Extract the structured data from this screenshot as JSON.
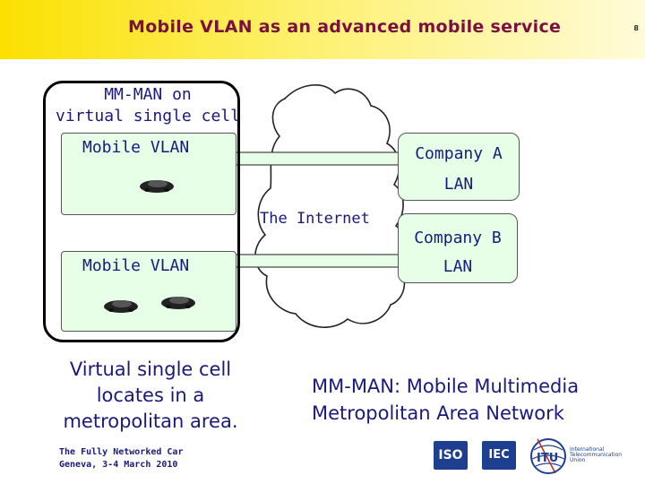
{
  "slide": {
    "title": "Mobile VLAN as an advanced mobile service",
    "page_number": "8"
  },
  "diagram": {
    "mm_man_label_line1": "MM-MAN on",
    "mm_man_label_line2": "virtual single cell",
    "vlan_top_label": "Mobile VLAN",
    "vlan_bottom_label": "Mobile VLAN",
    "internet_label": "The Internet",
    "company_a_line1": "Company A",
    "company_a_line2": "LAN",
    "company_b_line1": "Company B",
    "company_b_line2": "LAN",
    "icons": [
      "car-icon",
      "cloud-icon"
    ]
  },
  "captions": {
    "virtual_line1": "Virtual single cell",
    "virtual_line2": "locates in a",
    "virtual_line3": "metropolitan area.",
    "mm_def_line1": "MM-MAN: Mobile Multimedia",
    "mm_def_line2": "Metropolitan Area Network"
  },
  "footer": {
    "line1": "The Fully Networked Car",
    "line2": "Geneva, 3-4 March 2010"
  },
  "logos": {
    "iso": "ISO",
    "iec": "IEC",
    "itu": "ITU",
    "itu_line1": "International",
    "itu_line2": "Telecommunication",
    "itu_line3": "Union"
  },
  "colors": {
    "header_yellow": "#fbe000",
    "title_color": "#7b0f3f",
    "text_blue": "#1a1a7a",
    "box_green": "#e6ffe6"
  }
}
